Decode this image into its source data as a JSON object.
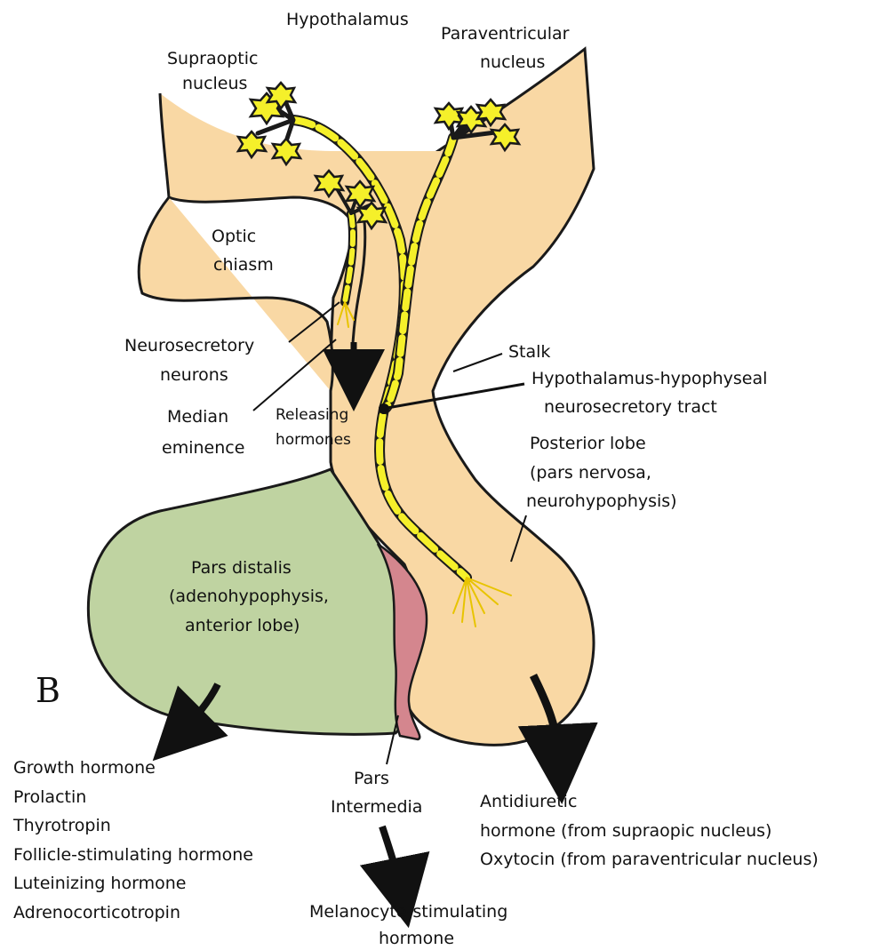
{
  "panel_letter": "B",
  "labels": {
    "hypothalamus": "Hypothalamus",
    "supraoptic": [
      "Supraoptic",
      "nucleus"
    ],
    "paraventricular": [
      "Paraventricular",
      "nucleus"
    ],
    "optic_chiasm": [
      "Optic",
      "chiasm"
    ],
    "neurosecretory_neurons": [
      "Neurosecretory",
      "neurons"
    ],
    "median_eminence": [
      "Median",
      "eminence"
    ],
    "releasing_hormones": [
      "Releasing",
      "hormones"
    ],
    "stalk": "Stalk",
    "tract": [
      "Hypothalamus-hypophyseal",
      "neurosecretory tract"
    ],
    "posterior_lobe": [
      "Posterior lobe",
      "(pars nervosa,",
      "neurohypophysis)"
    ],
    "pars_distalis": [
      "Pars distalis",
      "(adenohypophysis,",
      "anterior lobe)"
    ],
    "pars_intermedia": [
      "Pars",
      "Intermedia"
    ]
  },
  "hormones": {
    "anterior": [
      "Growth hormone",
      "Prolactin",
      "Thyrotropin",
      "Follicle-stimulating hormone",
      "Luteinizing hormone",
      "Adrenocorticotropin"
    ],
    "intermedia": [
      "Melanocyte-stimulating",
      "hormone"
    ],
    "posterior": [
      "Antidiuretic",
      "hormone (from supraopic nucleus)",
      "Oxytocin (from paraventricular nucleus)"
    ]
  },
  "colors": {
    "neural_tissue": "#f9d8a4",
    "anterior_lobe": "#bfd3a1",
    "pars_intermedia": "#d4868e",
    "neurons": "#f5f02a",
    "outline": "#1a1a1a"
  }
}
